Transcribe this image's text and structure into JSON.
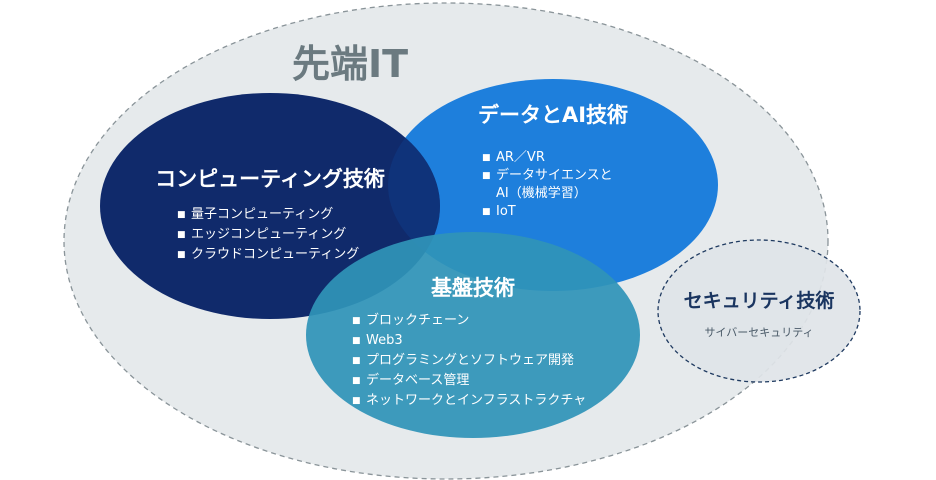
{
  "outer": {
    "title": "先端IT"
  },
  "computing": {
    "title": "コンピューティング技術",
    "bullet": "■",
    "items": [
      "量子コンピューティング",
      "エッジコンピューティング",
      "クラウドコンピューティング"
    ]
  },
  "data_ai": {
    "title": "データとAI技術",
    "bullet": "■",
    "items": [
      "AR／VR",
      "データサイエンスと",
      "AI（機械学習）",
      "IoT"
    ]
  },
  "foundation": {
    "title": "基盤技術",
    "bullet": "■",
    "items": [
      "ブロックチェーン",
      "Web3",
      "プログラミングとソフトウェア開発",
      "データベース管理",
      "ネットワークとインフラストラクチャ"
    ]
  },
  "security": {
    "title": "セキュリティ技術",
    "subtitle": "サイバーセキュリティ"
  },
  "colors": {
    "outer_fill": "#e6eaec",
    "outer_stroke": "#8a9499",
    "outer_title": "#6b7a80",
    "computing_fill": "#102a6b",
    "data_ai_fill": "#1e7fdc",
    "foundation_fill": "#2f93b8",
    "security_fill": "#dfe4e8",
    "security_stroke": "#1f3a60",
    "security_title": "#1a3560",
    "security_subtitle": "#4a5a68"
  }
}
